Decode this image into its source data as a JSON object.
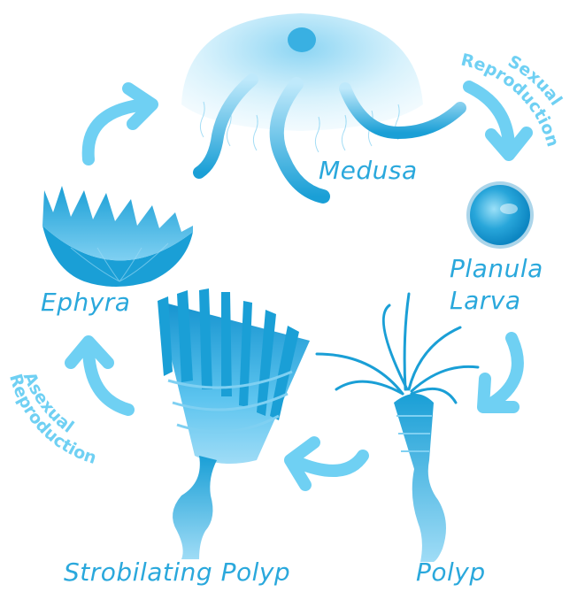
{
  "labels": {
    "medusa": "Medusa",
    "planula_line1": "Planula",
    "planula_line2": "Larva",
    "ephyra": "Ephyra",
    "strobilating_polyp": "Strobilating Polyp",
    "polyp": "Polyp"
  },
  "reproduction": {
    "sexual_line1": "Sexual",
    "sexual_line2": "Reproduction",
    "asexual_line1": "Asexual",
    "asexual_line2": "Reproduction"
  },
  "colors": {
    "label": "#2aa8dc",
    "arrow": "#6fd0f3",
    "creature_dark": "#1a9fd6",
    "creature_light": "#bfe9fb"
  }
}
